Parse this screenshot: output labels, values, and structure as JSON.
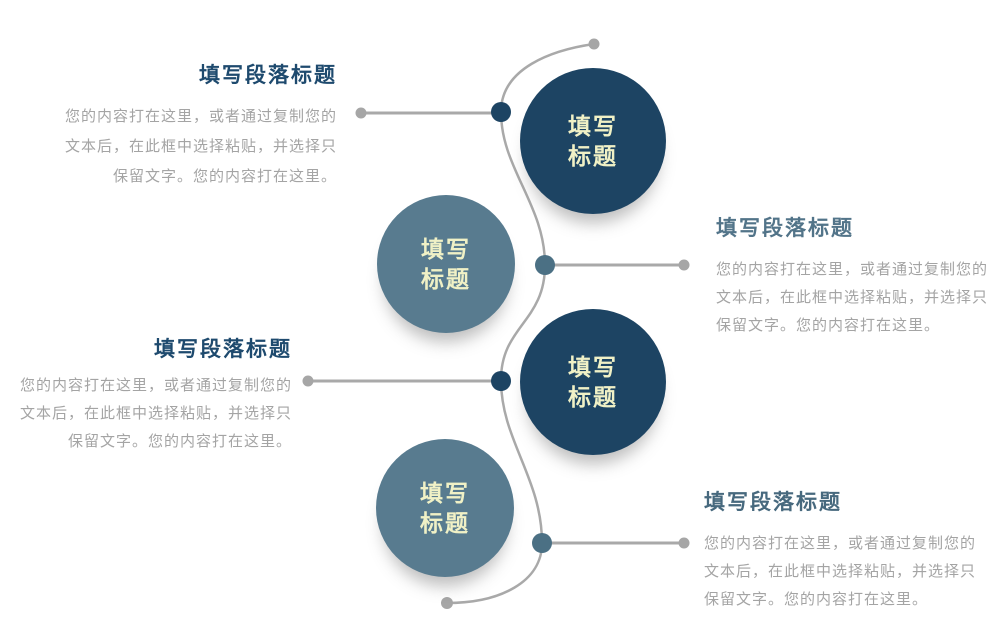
{
  "slide": {
    "palette": {
      "navy_circle": "#1d4463",
      "steel_circle": "#587b8f",
      "navy_dot": "#1d4463",
      "steel_dot": "#4b7084",
      "pale_yellow_text": "#f0f1c6",
      "curve_gray": "#a9a9a9",
      "end_dot_gray": "#a6a6a6",
      "paragraph_gray": "#a4a4a4",
      "title_navy": "#1e4a6e",
      "title_steel": "#527489",
      "title_steel_dark": "#47697e"
    },
    "circles": [
      {
        "label_line1": "填写",
        "label_line2": "标题"
      },
      {
        "label_line1": "填写",
        "label_line2": "标题"
      },
      {
        "label_line1": "填写",
        "label_line2": "标题"
      },
      {
        "label_line1": "填写",
        "label_line2": "标题"
      }
    ],
    "sections": [
      {
        "title": "填写段落标题",
        "body_lines": [
          "您的内容打在这里，或者通过复制您的",
          "文本后，在此框中选择粘贴，并选择只",
          "保留文字。您的内容打在这里。"
        ]
      },
      {
        "title": "填写段落标题",
        "body_lines": [
          "您的内容打在这里，或者通过复制您的",
          "文本后，在此框中选择粘贴，并选择只",
          "保留文字。您的内容打在这里。"
        ]
      },
      {
        "title": "填写段落标题",
        "body_lines": [
          "您的内容打在这里，或者通过复制您的",
          "文本后，在此框中选择粘贴，并选择只",
          "保留文字。您的内容打在这里。"
        ]
      },
      {
        "title": "填写段落标题",
        "body_lines": [
          "您的内容打在这里，或者通过复制您的",
          "文本后，在此框中选择粘贴，并选择只",
          "保留文字。您的内容打在这里。"
        ]
      }
    ]
  }
}
